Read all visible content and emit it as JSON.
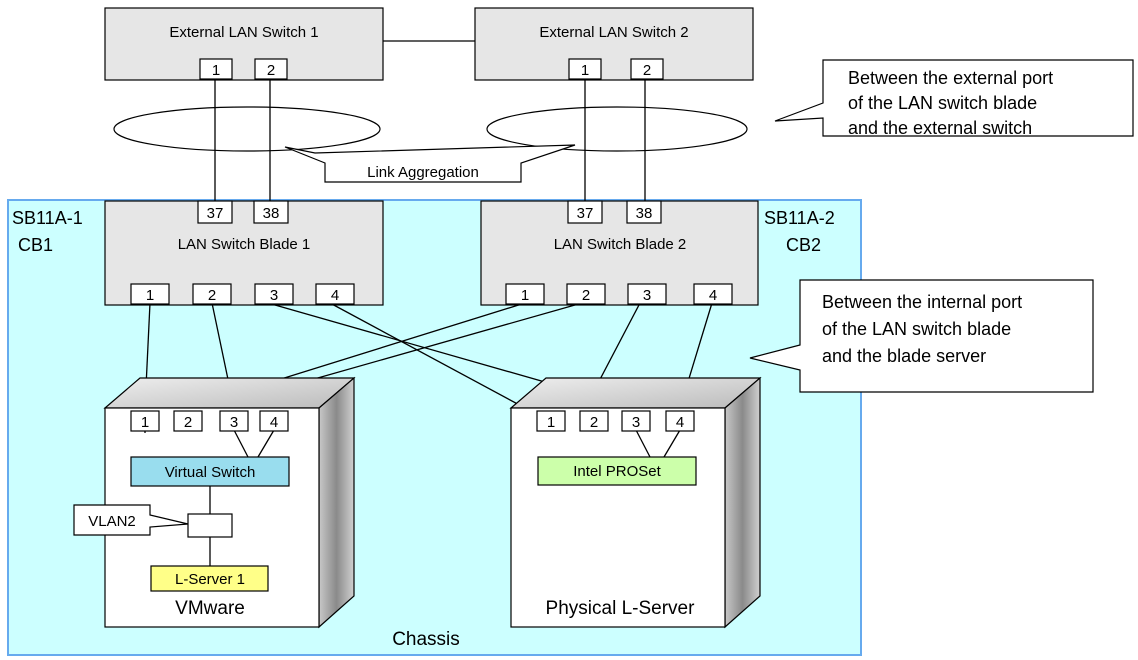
{
  "switches": [
    {
      "name": "External LAN Switch 1",
      "ports": [
        "1",
        "2"
      ]
    },
    {
      "name": "External LAN Switch 2",
      "ports": [
        "1",
        "2"
      ]
    }
  ],
  "link_aggregation": {
    "label": "Link Aggregation"
  },
  "callouts": {
    "external": [
      "Between the external port",
      "of the LAN switch blade",
      "and the external switch"
    ],
    "internal": [
      "Between the internal port",
      "of the LAN switch blade",
      "and the blade server"
    ]
  },
  "chassis": {
    "label": "Chassis",
    "background": "#ccffff",
    "border": "#66aaee",
    "slot1": [
      "SB11A-1",
      "CB1"
    ],
    "slot2": [
      "SB11A-2",
      "CB2"
    ]
  },
  "blades": [
    {
      "name": "LAN Switch Blade 1",
      "uplinks": [
        "37",
        "38"
      ],
      "ports": [
        "1",
        "2",
        "3",
        "4"
      ]
    },
    {
      "name": "LAN Switch Blade 2",
      "uplinks": [
        "37",
        "38"
      ],
      "ports": [
        "1",
        "2",
        "3",
        "4"
      ]
    }
  ],
  "servers": [
    {
      "name": "VMware",
      "ports": [
        "1",
        "2",
        "3",
        "4"
      ],
      "virtual_switch": {
        "label": "Virtual Switch",
        "color": "#99ddee"
      },
      "vlan": "VLAN2",
      "lserver": {
        "label": "L-Server 1",
        "color": "#ffff88"
      }
    },
    {
      "name": "Physical L-Server",
      "ports": [
        "1",
        "2",
        "3",
        "4"
      ],
      "team": {
        "label": "Intel PROSet",
        "color": "#ccffaa"
      }
    }
  ],
  "colors": {
    "box_fill": "#e6e6e6",
    "server_front": "#ffffff",
    "server_top": "#dddddd",
    "server_side": "#aaaaaa"
  }
}
